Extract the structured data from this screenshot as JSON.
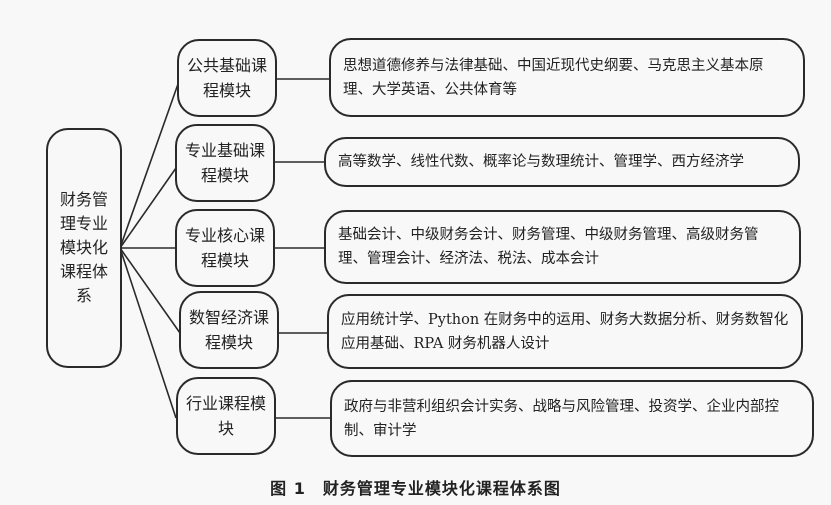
{
  "root": {
    "label": "财务管理专业模块化课程体系"
  },
  "modules": [
    {
      "label": "公共基础课程模块",
      "courses": "思想道德修养与法律基础、中国近现代史纲要、马克思主义基本原理、大学英语、公共体育等"
    },
    {
      "label": "专业基础课程模块",
      "courses": "高等数学、线性代数、概率论与数理统计、管理学、西方经济学"
    },
    {
      "label": "专业核心课程模块",
      "courses": "基础会计、中级财务会计、财务管理、中级财务管理、高级财务管理、管理会计、经济法、税法、成本会计"
    },
    {
      "label": "数智经济课程模块",
      "courses": "应用统计学、Python 在财务中的运用、财务大数据分析、财务数智化应用基础、RPA 财务机器人设计"
    },
    {
      "label": "行业课程模块",
      "courses": "政府与非营利组织会计实务、战略与风险管理、投资学、企业内部控制、审计学"
    }
  ],
  "caption": "图 1　财务管理专业模块化课程体系图"
}
